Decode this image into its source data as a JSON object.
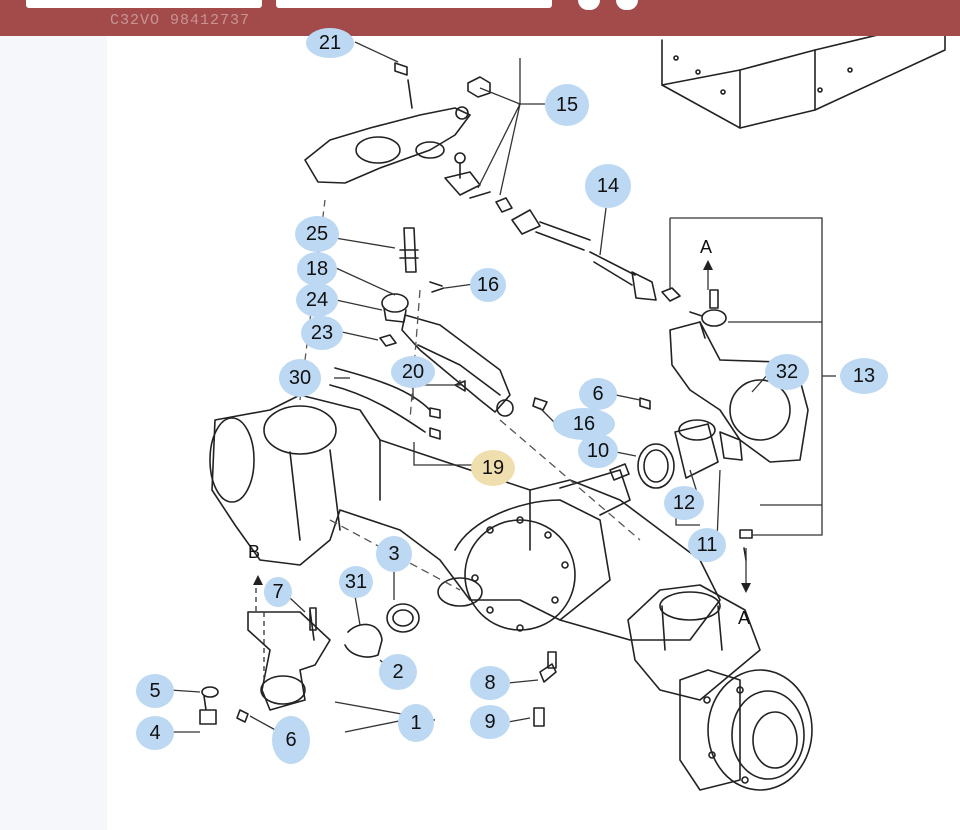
{
  "header": {
    "ghost_text": "C32VO 98412737",
    "colors": {
      "bar": "#a34a4a",
      "callout": "#bcd8f3",
      "highlight": "#f0dfae"
    }
  },
  "callouts": {
    "c21": "21",
    "c15": "15",
    "c14": "14",
    "c25": "25",
    "c18": "18",
    "c16a": "16",
    "c24": "24",
    "c23": "23",
    "c30": "30",
    "c20": "20",
    "c6a": "6",
    "c32": "32",
    "c13": "13",
    "c16b": "16",
    "c10": "10",
    "c19": "19",
    "c12": "12",
    "c11": "11",
    "c3": "3",
    "c31": "31",
    "c7": "7",
    "c2": "2",
    "c5": "5",
    "c8": "8",
    "c1": "1",
    "c4": "4",
    "c9": "9",
    "c6b": "6"
  },
  "letters": {
    "a_top": "A",
    "a_bottom": "A",
    "b": "B"
  },
  "highlighted_callout": "19"
}
